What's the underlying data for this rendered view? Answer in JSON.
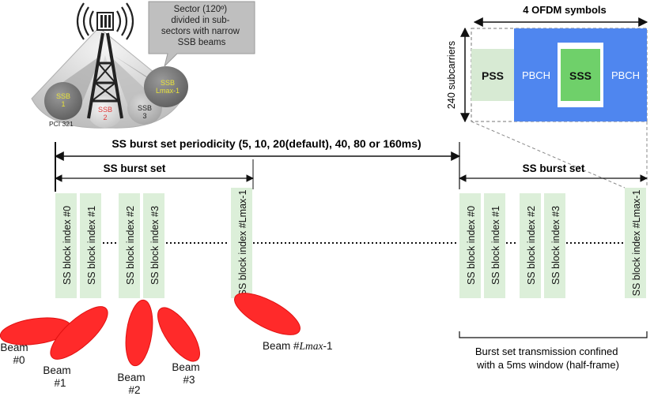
{
  "antenna": {
    "callout": [
      "Sector (120º)",
      "divided in sub-",
      "sectors with narrow",
      "SSB beams"
    ],
    "ssb1": [
      "SSB",
      "1"
    ],
    "ssb2": [
      "SSB",
      "2"
    ],
    "ssb3": [
      "SSB",
      "3"
    ],
    "ssbL": "SSB",
    "ssbL_line2": "Lmax-1",
    "pci": "PCI 321",
    "colors": {
      "ssb_yellow": "#e8e23a",
      "ssb_red": "#e03a3a"
    }
  },
  "ofdm": {
    "title": "4 OFDM symbols",
    "subcarriers": "240 subcarriers",
    "pss": "PSS",
    "pbch_left": "PBCH",
    "sss": "SSS",
    "pbch_right": "PBCH",
    "colors": {
      "pbch": "#4f86ef",
      "sss": "#6fd06a",
      "pss": "#d7ead3"
    }
  },
  "timeline": {
    "periodicity": "SS burst set periodicity (5, 10, 20(default), 40, 80 or 160ms)",
    "burst_set_left": "SS burst set",
    "burst_set_right": "SS burst set",
    "blocks_left": [
      "SS block index #0",
      "SS block index #1",
      "SS block index #2",
      "SS block index #3"
    ],
    "block_last_left": "SS block index #Lmax-1",
    "blocks_right": [
      "SS block index #0",
      "SS block index #1",
      "SS block index #2",
      "SS block index #3"
    ],
    "block_last_right": "SS block index #Lmax-1",
    "window_note": [
      "Burst set transmission confined",
      "with a 5ms window (half-frame)"
    ]
  },
  "beams": {
    "b0": [
      "Beam",
      "#0"
    ],
    "b1": [
      "Beam",
      "#1"
    ],
    "b2": [
      "Beam",
      "#2"
    ],
    "b3": [
      "Beam",
      "#3"
    ],
    "bL_prefix": "Beam #",
    "bL_sub": "Lmax",
    "bL_suffix": "-1",
    "color": "#ff2a2a"
  }
}
